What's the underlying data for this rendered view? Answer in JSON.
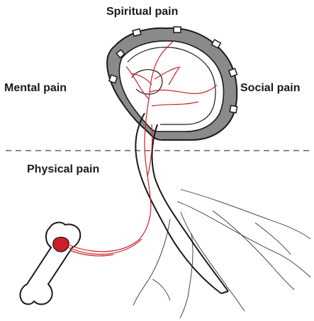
{
  "labels": {
    "spiritual": "Spiritual pain",
    "mental": "Mental pain",
    "social": "Social pain",
    "physical": "Physical pain"
  },
  "colors": {
    "nerve": "#cc1f2d",
    "outline": "#1a1a1a",
    "skull_fill": "#8a8a8a",
    "bone_mark": "#cc1f2d",
    "divider": "#444444"
  }
}
